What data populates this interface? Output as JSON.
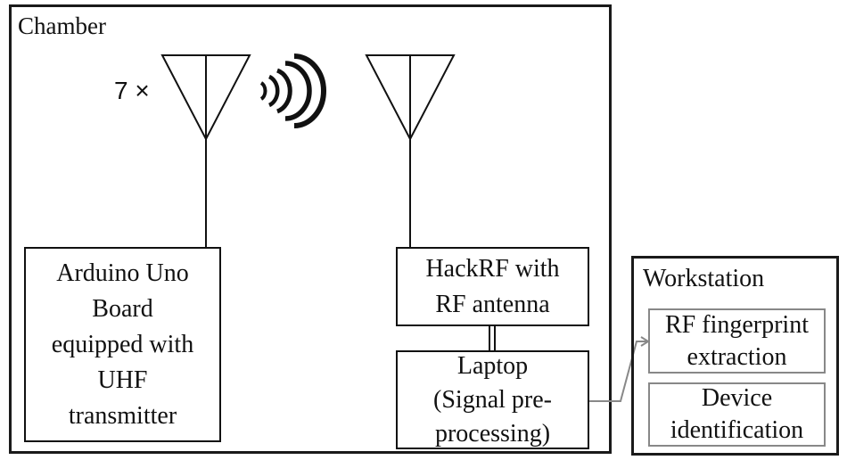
{
  "chamber": {
    "title": "Chamber"
  },
  "transmitter": {
    "multiplier": "7 ×",
    "label": "Arduino Uno\nBoard\nequipped with\nUHF\ntransmitter"
  },
  "receiver": {
    "hackrf_label": "HackRF with\nRF antenna",
    "laptop_label": "Laptop\n(Signal pre-\nprocessing)"
  },
  "workstation": {
    "title": "Workstation",
    "fingerprint_label": "RF fingerprint\nextraction",
    "identification_label": "Device\nidentification"
  },
  "icons": {
    "tx_antenna": "antenna-icon",
    "rx_antenna": "antenna-icon",
    "signal": "wireless-signal-icon"
  },
  "colors": {
    "line": "#111111",
    "arrow": "#888888"
  }
}
